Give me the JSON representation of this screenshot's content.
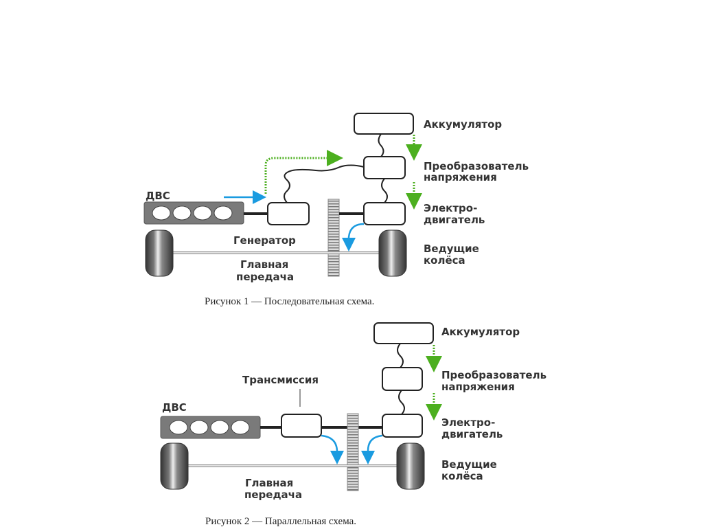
{
  "figure1": {
    "labels": {
      "engine": "ДВС",
      "battery": "Аккумулятор",
      "converter_line1": "Преобразователь",
      "converter_line2": "напряжения",
      "motor_line1": "Электро-",
      "motor_line2": "двигатель",
      "generator": "Генератор",
      "wheels_line1": "Ведущие",
      "wheels_line2": "колёса",
      "final_drive_line1": "Главная",
      "final_drive_line2": "передача"
    },
    "caption": "Рисунок 1 — Последовательная схема."
  },
  "figure2": {
    "labels": {
      "engine": "ДВС",
      "transmission": "Трансмиссия",
      "battery": "Аккумулятор",
      "converter_line1": "Преобразователь",
      "converter_line2": "напряжения",
      "motor_line1": "Электро-",
      "motor_line2": "двигатель",
      "wheels_line1": "Ведущие",
      "wheels_line2": "колёса",
      "final_drive_line1": "Главная",
      "final_drive_line2": "передача"
    },
    "caption": "Рисунок 2 — Параллельная схема."
  },
  "colors": {
    "energy_flow_green": "#4caf1f",
    "mechanical_flow_blue": "#1a9be0",
    "engine_block": "#7a7a7a"
  }
}
